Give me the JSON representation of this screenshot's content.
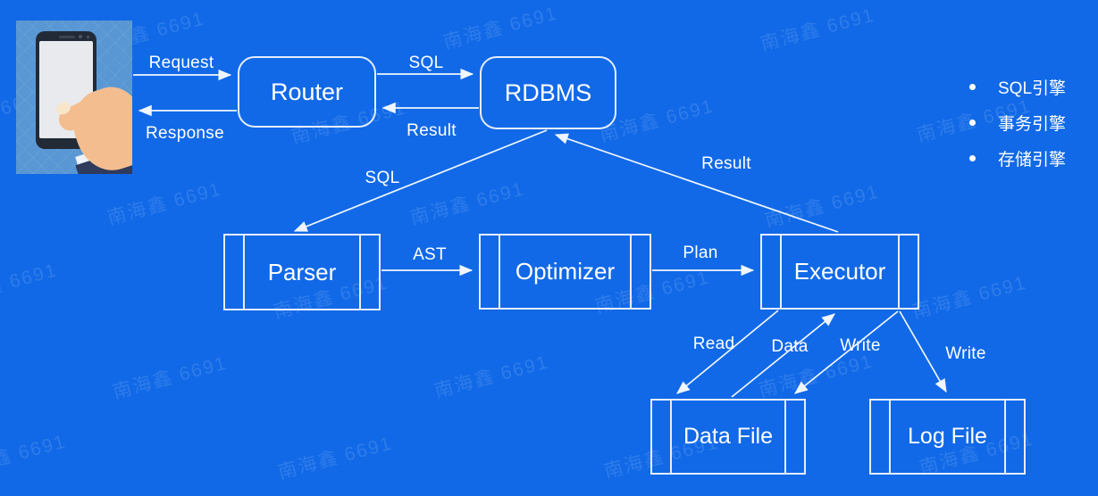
{
  "watermark": {
    "text": "南海鑫 6691"
  },
  "diagram": {
    "nodes": {
      "router": {
        "label": "Router"
      },
      "rdbms": {
        "label": "RDBMS"
      },
      "parser": {
        "label": "Parser"
      },
      "optimizer": {
        "label": "Optimizer"
      },
      "executor": {
        "label": "Executor"
      },
      "data_file": {
        "label": "Data File"
      },
      "log_file": {
        "label": "Log File"
      }
    },
    "edges": {
      "request": {
        "label": "Request"
      },
      "response": {
        "label": "Response"
      },
      "sql_to_rdbms": {
        "label": "SQL"
      },
      "result_to_router": {
        "label": "Result"
      },
      "sql_to_parser": {
        "label": "SQL"
      },
      "result_to_rdbms": {
        "label": "Result"
      },
      "ast": {
        "label": "AST"
      },
      "plan": {
        "label": "Plan"
      },
      "read": {
        "label": "Read"
      },
      "data": {
        "label": "Data"
      },
      "write_data": {
        "label": "Write"
      },
      "write_log": {
        "label": "Write"
      }
    }
  },
  "legend": {
    "items": [
      {
        "label": "SQL引擎"
      },
      {
        "label": "事务引擎"
      },
      {
        "label": "存储引擎"
      }
    ]
  },
  "colors": {
    "background": "#1169e7",
    "line": "#f0f6ff",
    "box_border": "#e6eefb",
    "text": "#ffffff",
    "photo_background": "#5897d3"
  }
}
